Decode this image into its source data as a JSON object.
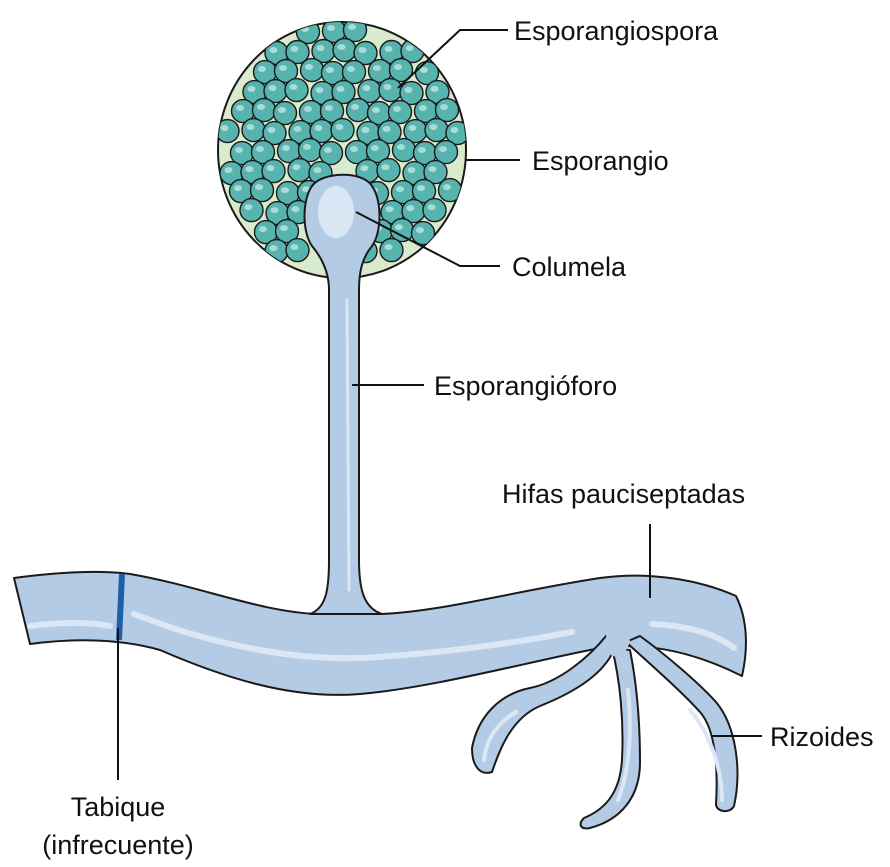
{
  "labels": {
    "esporangiospora": "Esporangiospora",
    "esporangio": "Esporangio",
    "columela": "Columela",
    "esporangioforo": "Esporangióforo",
    "hifas": "Hifas pauciseptadas",
    "rizoides": "Rizoides",
    "tabique_line1": "Tabique",
    "tabique_line2": "(infrecuente)"
  },
  "colors": {
    "sporangium_fill": "#d9ebcc",
    "sporangium_stroke": "#1a1a1a",
    "spore_fill": "#56b3ae",
    "spore_highlight": "#a9dcd8",
    "hypha_fill": "#b4cbe6",
    "hypha_highlight": "#dbe7f4",
    "septum": "#1f5fa8"
  }
}
